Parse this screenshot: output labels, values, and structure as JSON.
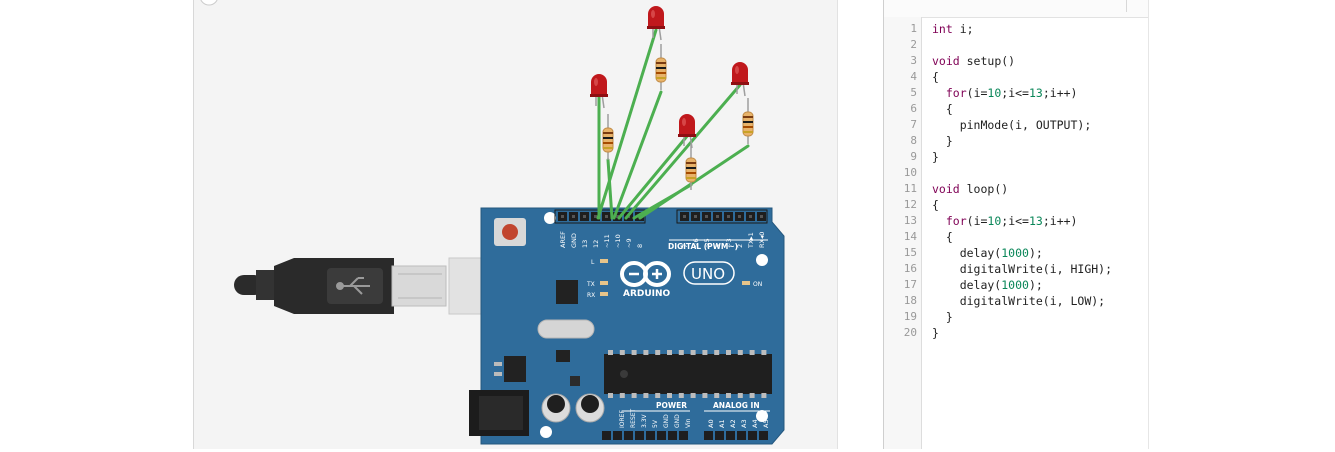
{
  "board": {
    "brand": "ARDUINO",
    "model": "UNO",
    "digital_header_label": "DIGITAL (PWM~)",
    "power_label": "POWER",
    "analog_label": "ANALOG IN",
    "on_label": "ON",
    "l_label": "L",
    "tx_label": "TX",
    "rx_label": "RX",
    "digital_pins": [
      "AREF",
      "GND",
      "13",
      "12",
      "~11",
      "~10",
      "~9",
      "8",
      "7",
      "~6",
      "~5",
      "4",
      "~3",
      "2",
      "TX▸1",
      "RX◂0"
    ],
    "power_pins": [
      "IOREF",
      "RESET",
      "3.3V",
      "5V",
      "GND",
      "GND",
      "Vin"
    ],
    "analog_pins": [
      "A0",
      "A1",
      "A2",
      "A3",
      "A4",
      "A5"
    ]
  },
  "colors": {
    "board": "#2f6c9b",
    "wire": "#4caf50",
    "led": "#c0181c",
    "resistor": "#e8b36a"
  },
  "editor": {
    "lines": [
      {
        "n": "1",
        "parts": [
          {
            "t": "int",
            "c": "kw"
          },
          {
            "t": " i;",
            "c": ""
          }
        ]
      },
      {
        "n": "2",
        "parts": []
      },
      {
        "n": "3",
        "parts": [
          {
            "t": "void",
            "c": "kw"
          },
          {
            "t": " setup()",
            "c": ""
          }
        ]
      },
      {
        "n": "4",
        "parts": [
          {
            "t": "{",
            "c": ""
          }
        ]
      },
      {
        "n": "5",
        "parts": [
          {
            "t": "  ",
            "c": ""
          },
          {
            "t": "for",
            "c": "kw"
          },
          {
            "t": "(i=",
            "c": ""
          },
          {
            "t": "10",
            "c": "num"
          },
          {
            "t": ";i<=",
            "c": ""
          },
          {
            "t": "13",
            "c": "num"
          },
          {
            "t": ";i++)",
            "c": ""
          }
        ]
      },
      {
        "n": "6",
        "parts": [
          {
            "t": "  {",
            "c": ""
          }
        ]
      },
      {
        "n": "7",
        "parts": [
          {
            "t": "    pinMode(i, OUTPUT);",
            "c": ""
          }
        ]
      },
      {
        "n": "8",
        "parts": [
          {
            "t": "  }",
            "c": ""
          }
        ]
      },
      {
        "n": "9",
        "parts": [
          {
            "t": "}",
            "c": ""
          }
        ]
      },
      {
        "n": "10",
        "parts": []
      },
      {
        "n": "11",
        "parts": [
          {
            "t": "void",
            "c": "kw"
          },
          {
            "t": " loop()",
            "c": ""
          }
        ]
      },
      {
        "n": "12",
        "parts": [
          {
            "t": "{",
            "c": ""
          }
        ]
      },
      {
        "n": "13",
        "parts": [
          {
            "t": "  ",
            "c": ""
          },
          {
            "t": "for",
            "c": "kw"
          },
          {
            "t": "(i=",
            "c": ""
          },
          {
            "t": "10",
            "c": "num"
          },
          {
            "t": ";i<=",
            "c": ""
          },
          {
            "t": "13",
            "c": "num"
          },
          {
            "t": ";i++)",
            "c": ""
          }
        ]
      },
      {
        "n": "14",
        "parts": [
          {
            "t": "  {",
            "c": ""
          }
        ]
      },
      {
        "n": "15",
        "parts": [
          {
            "t": "    delay(",
            "c": ""
          },
          {
            "t": "1000",
            "c": "num"
          },
          {
            "t": ");",
            "c": ""
          }
        ]
      },
      {
        "n": "16",
        "parts": [
          {
            "t": "    digitalWrite(i, HIGH);",
            "c": ""
          }
        ]
      },
      {
        "n": "17",
        "parts": [
          {
            "t": "    delay(",
            "c": ""
          },
          {
            "t": "1000",
            "c": "num"
          },
          {
            "t": ");",
            "c": ""
          }
        ]
      },
      {
        "n": "18",
        "parts": [
          {
            "t": "    digitalWrite(i, LOW);",
            "c": ""
          }
        ]
      },
      {
        "n": "19",
        "parts": [
          {
            "t": "  }",
            "c": ""
          }
        ]
      },
      {
        "n": "20",
        "parts": [
          {
            "t": "}",
            "c": ""
          }
        ]
      }
    ]
  }
}
